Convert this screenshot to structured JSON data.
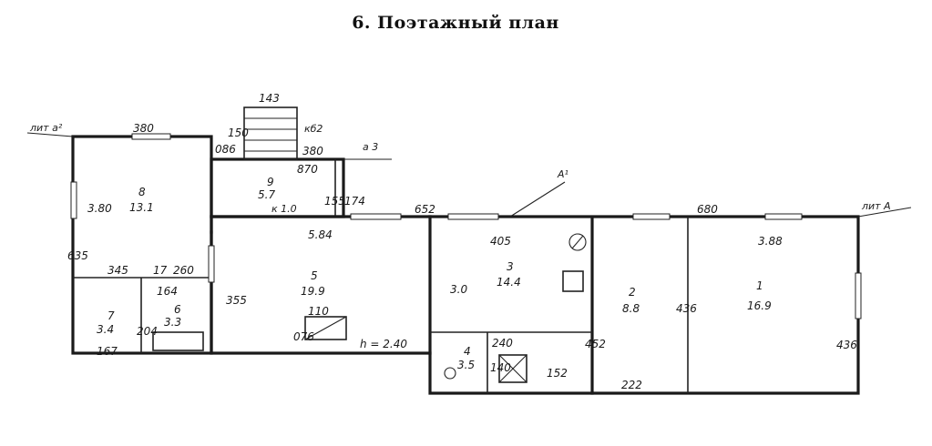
{
  "title": "6. Поэтажный план",
  "labels": {
    "lit_a2": "лит а²",
    "lit_a": "лит А",
    "a3": "а 3",
    "a1": "А¹",
    "kb2": "кб2",
    "k10": "к 1.0",
    "stair": "h=2.40"
  },
  "dims": {
    "d143": "143",
    "d150": "150",
    "d380a": "380",
    "d380b": "380",
    "d086": "086",
    "d870": "870",
    "d155": "155",
    "d174": "174",
    "d652": "652",
    "d680": "680",
    "d584": "5.84",
    "d405": "405",
    "d388": "3.88",
    "d635": "635",
    "d380c": "3.80",
    "d345": "345",
    "d17": "17",
    "d260": "260",
    "d164": "164",
    "d204": "204",
    "d167": "167",
    "d355": "355",
    "d30": "3.0",
    "d452": "452",
    "d436a": "436",
    "d436b": "436",
    "d222": "222",
    "d240": "240",
    "d140": "140",
    "d152": "152",
    "d110": "110",
    "d076": "076"
  },
  "rooms": [
    {
      "num": "1",
      "area": "16.9"
    },
    {
      "num": "2",
      "area": "8.8"
    },
    {
      "num": "3",
      "area": "14.4"
    },
    {
      "num": "4",
      "area": "3.5"
    },
    {
      "num": "5",
      "area": "19.9"
    },
    {
      "num": "6",
      "area": "3.3"
    },
    {
      "num": "7",
      "area": "3.4"
    },
    {
      "num": "8",
      "area": "13.1"
    },
    {
      "num": "9",
      "area": "5.7"
    }
  ],
  "height_note": "h = 2.40"
}
